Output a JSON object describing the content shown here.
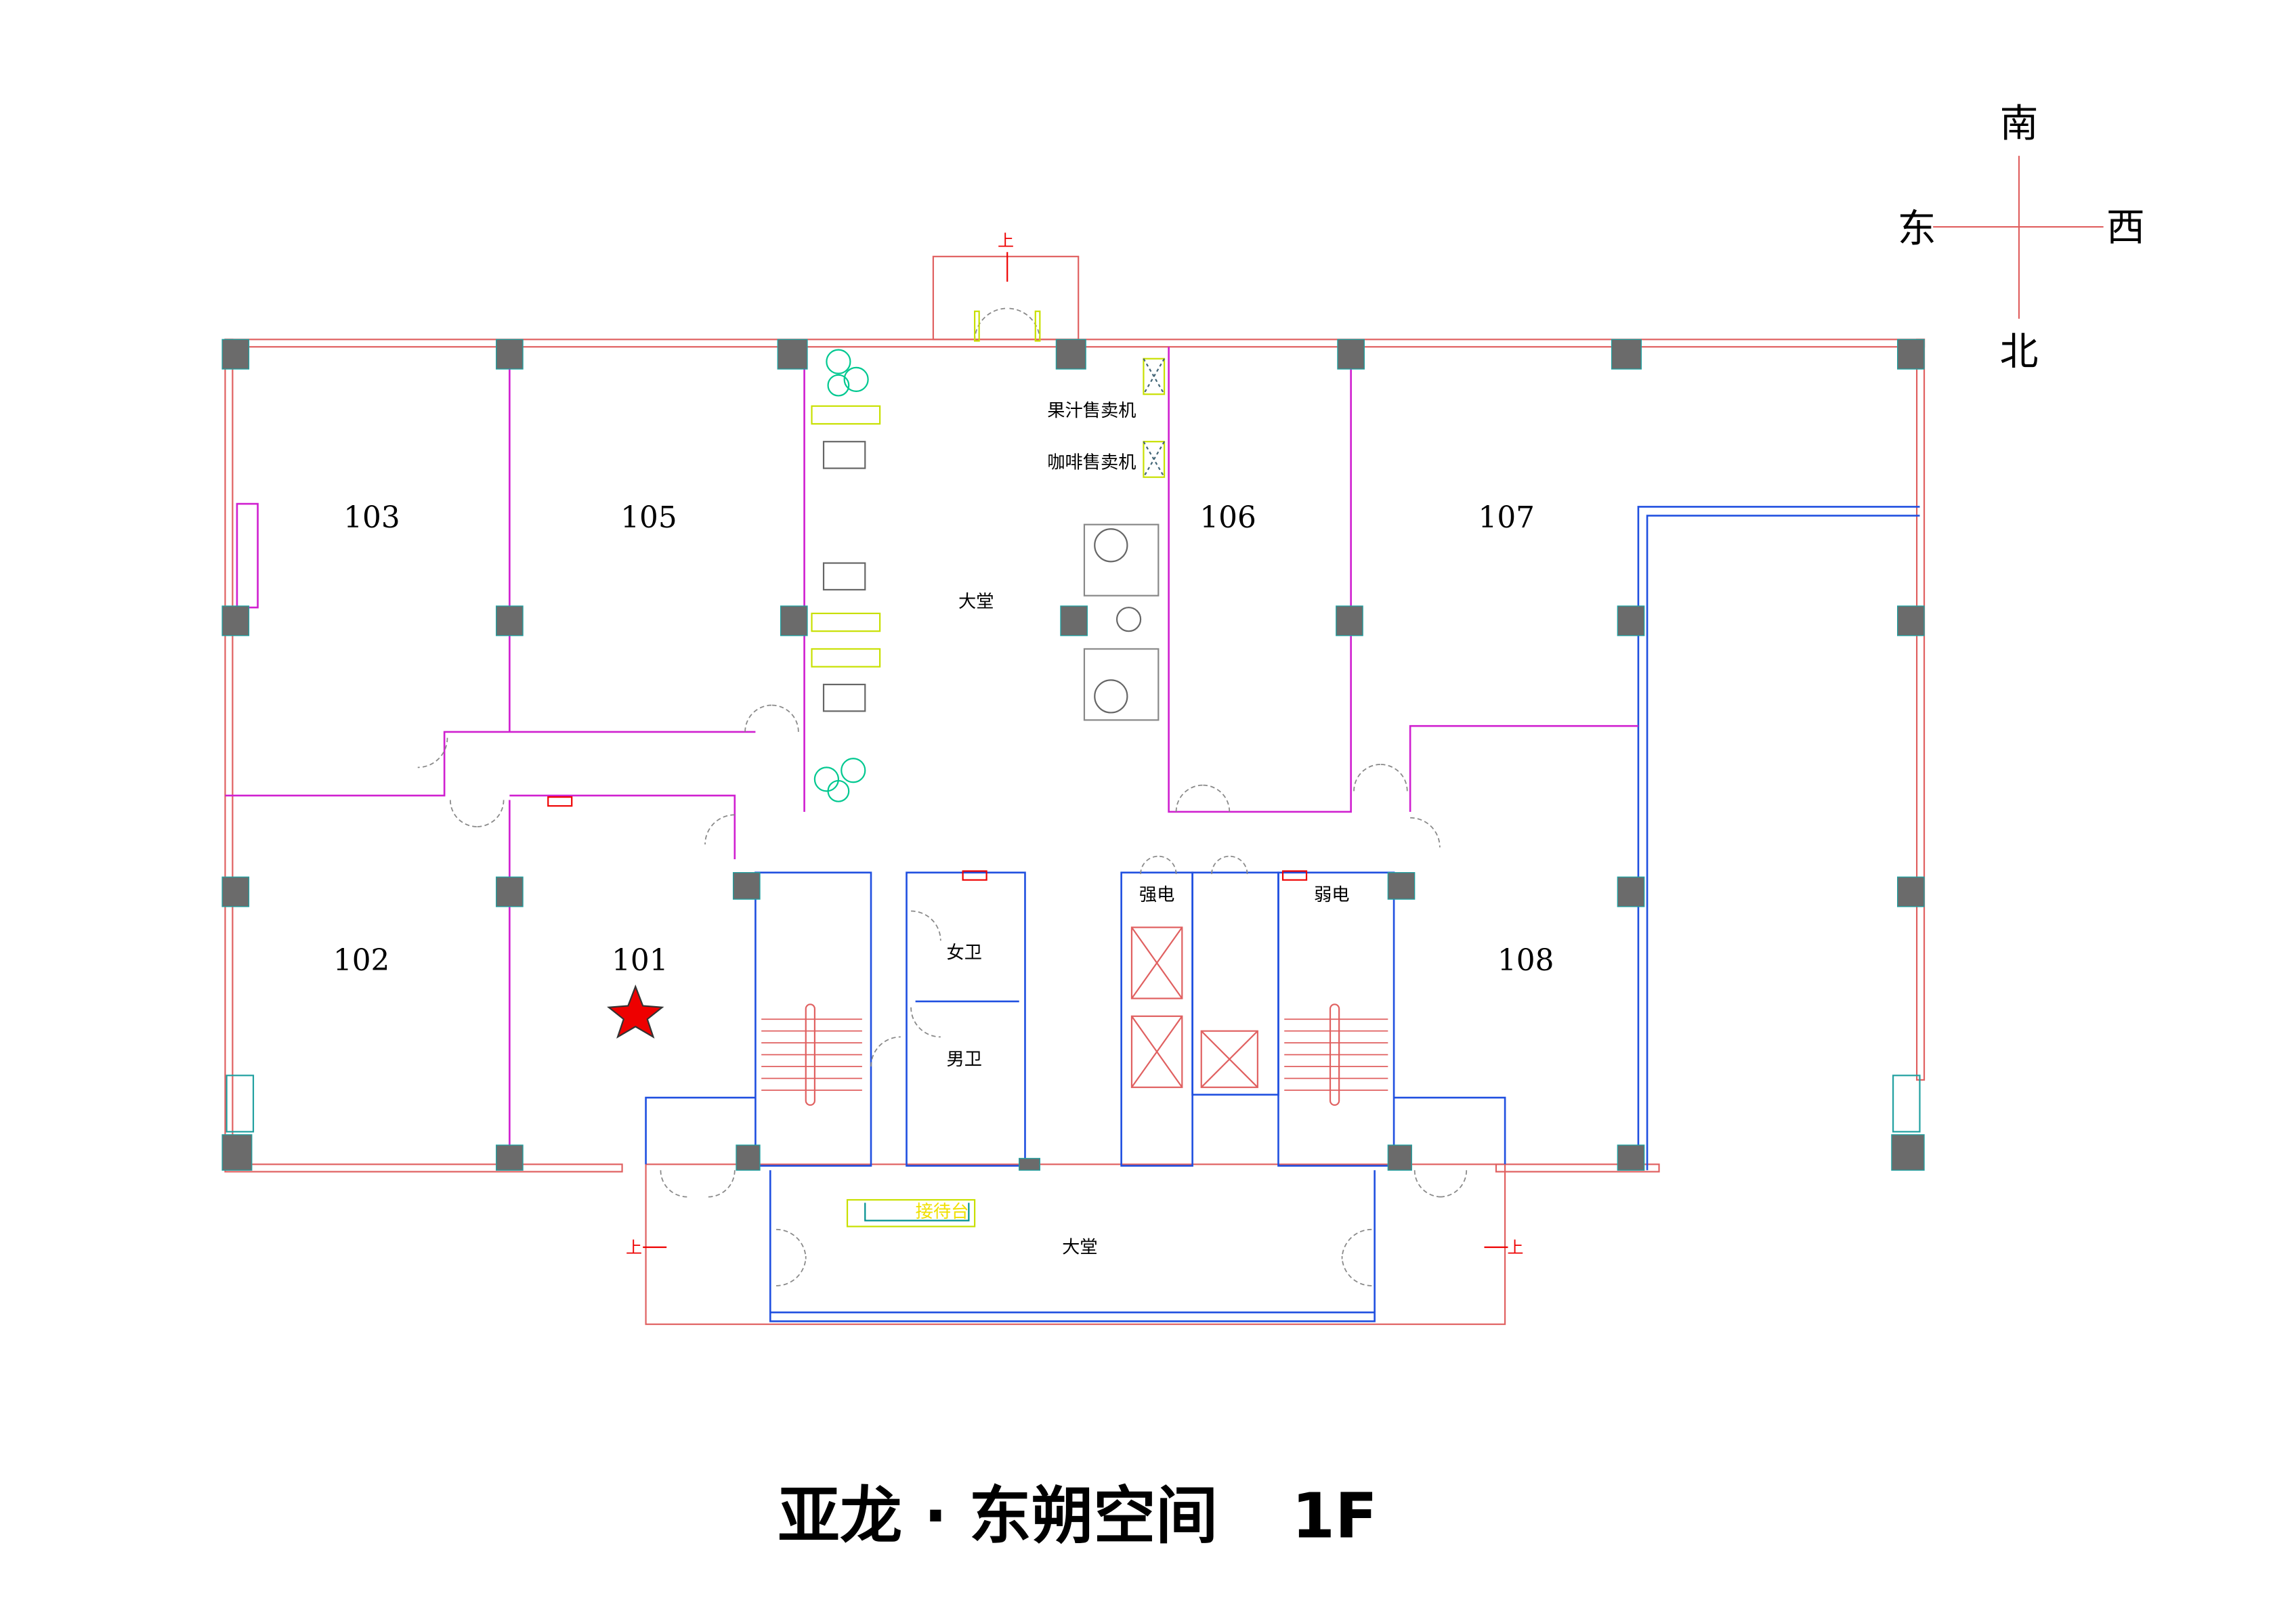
{
  "compass": {
    "south": "南",
    "east": "东",
    "west": "西",
    "north": "北"
  },
  "rooms": {
    "r103": "103",
    "r105": "105",
    "r106": "106",
    "r107": "107",
    "r102": "102",
    "r101": "101",
    "r108": "108"
  },
  "labels": {
    "lobby_upper": "大堂",
    "lobby_lower": "大堂",
    "juice_vending": "果汁售卖机",
    "coffee_vending": "咖啡售卖机",
    "womens_restroom": "女卫",
    "mens_restroom": "男卫",
    "strong_current": "强电",
    "weak_current": "弱电",
    "reception": "接待台",
    "up_top": "上",
    "up_left": "上",
    "up_right": "上"
  },
  "title": {
    "name": "亚龙 · 东朔空间",
    "floor": "1F"
  },
  "marker": {
    "room": "101",
    "color": "#e00000"
  }
}
